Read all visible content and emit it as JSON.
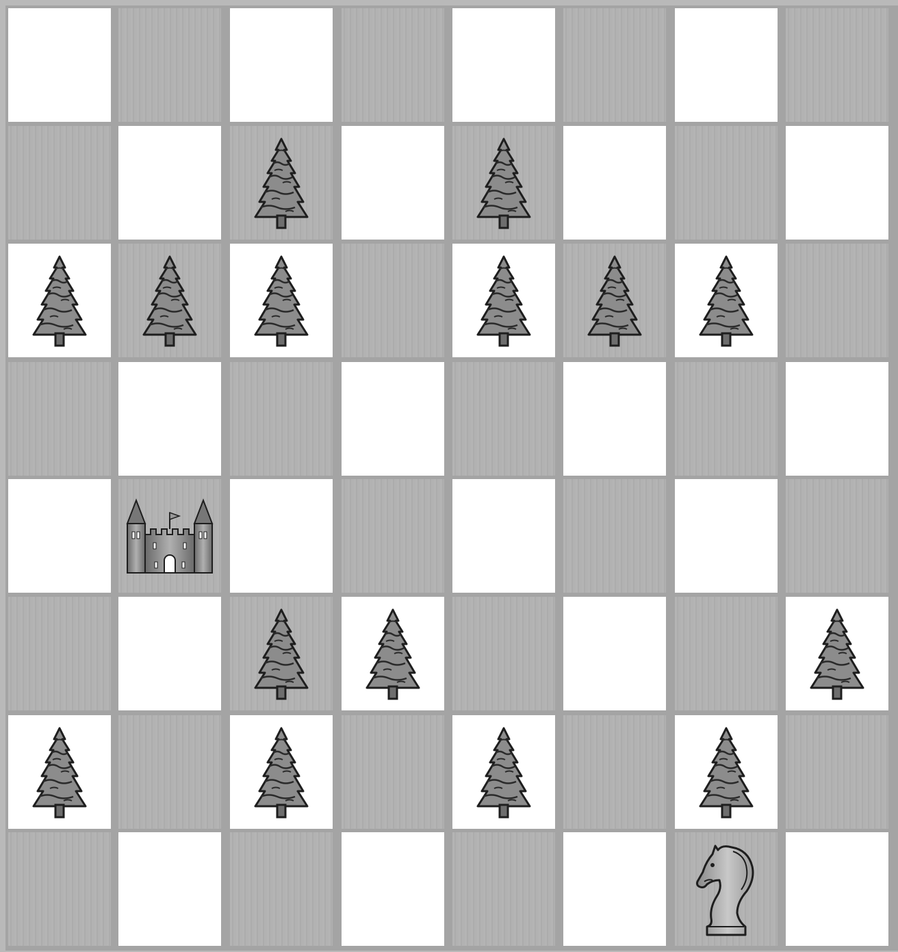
{
  "board": {
    "rows": 8,
    "cols": 8,
    "first_square": "light",
    "colors": {
      "light": "#ffffff",
      "dark": "#b4b4b4",
      "grid": "#a4a4a4"
    }
  },
  "pieces": [
    {
      "type": "tree",
      "row": 1,
      "col": 2
    },
    {
      "type": "tree",
      "row": 1,
      "col": 4
    },
    {
      "type": "tree",
      "row": 2,
      "col": 0
    },
    {
      "type": "tree",
      "row": 2,
      "col": 1
    },
    {
      "type": "tree",
      "row": 2,
      "col": 2
    },
    {
      "type": "tree",
      "row": 2,
      "col": 4
    },
    {
      "type": "tree",
      "row": 2,
      "col": 5
    },
    {
      "type": "tree",
      "row": 2,
      "col": 6
    },
    {
      "type": "castle",
      "row": 4,
      "col": 1
    },
    {
      "type": "tree",
      "row": 5,
      "col": 2
    },
    {
      "type": "tree",
      "row": 5,
      "col": 3
    },
    {
      "type": "tree",
      "row": 5,
      "col": 7
    },
    {
      "type": "tree",
      "row": 6,
      "col": 0
    },
    {
      "type": "tree",
      "row": 6,
      "col": 2
    },
    {
      "type": "tree",
      "row": 6,
      "col": 4
    },
    {
      "type": "tree",
      "row": 6,
      "col": 6
    },
    {
      "type": "knight",
      "row": 7,
      "col": 6
    }
  ],
  "icons": {
    "tree": "pine-tree-icon",
    "castle": "castle-icon",
    "knight": "knight-icon"
  }
}
